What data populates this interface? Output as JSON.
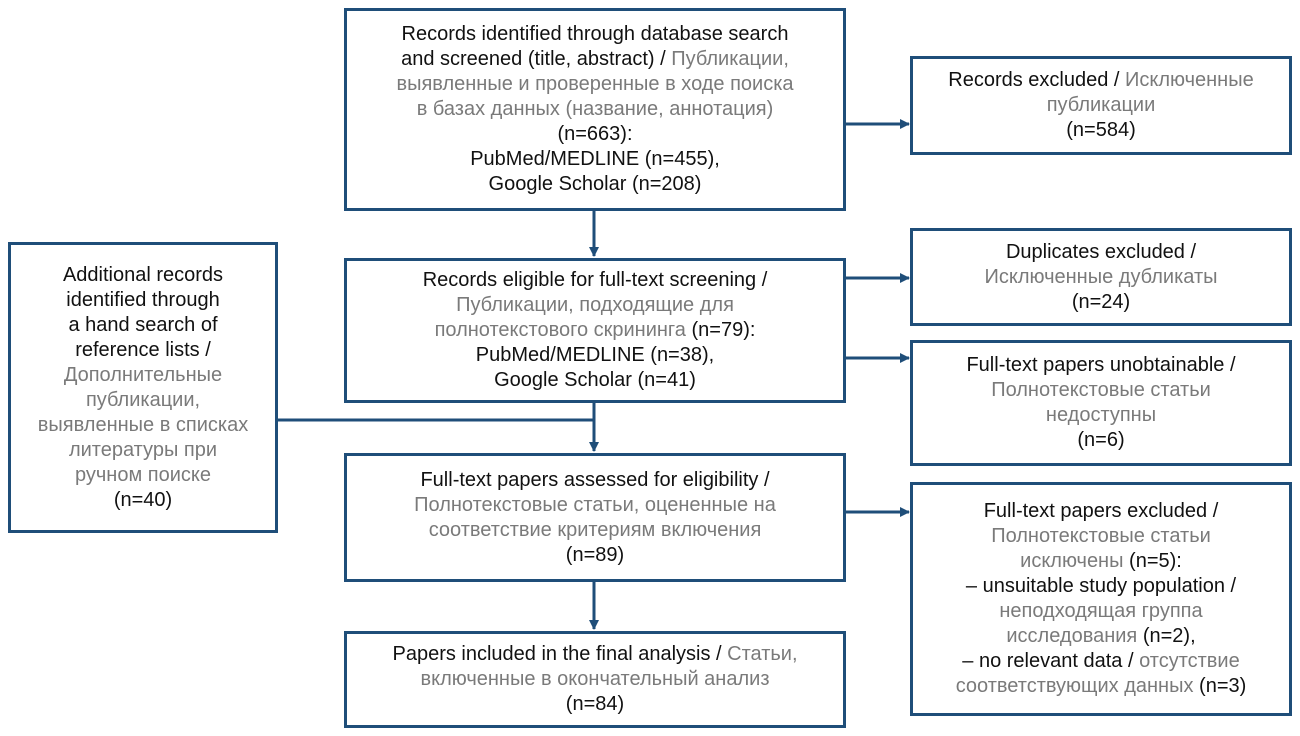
{
  "colors": {
    "border": "#1f4e79",
    "arrow": "#1f4e79",
    "english_text": "#111111",
    "russian_text": "#7a7a7a"
  },
  "boxes": {
    "identified": {
      "l1": "Records identified through database search",
      "l2_en": "and screened (title, abstract) / ",
      "l2_ru": "Публикации,",
      "l3": "выявленные и проверенные в ходе поиска",
      "l4": "в базах данных (название, аннотация)",
      "l5": "(n=663):",
      "l6": "PubMed/MEDLINE (n=455),",
      "l7": "Google Scholar (n=208)"
    },
    "excluded": {
      "l1_en": "Records excluded / ",
      "l1_ru": "Исключенные",
      "l2": "публикации",
      "l3": "(n=584)"
    },
    "eligible": {
      "l1": "Records eligible for full-text screening /",
      "l2": "Публикации, подходящие для",
      "l3_ru": "полнотекстового скрининга",
      "l3_en": " (n=79):",
      "l4": "PubMed/MEDLINE (n=38),",
      "l5": "Google Scholar (n=41)"
    },
    "duplicates": {
      "l1": "Duplicates excluded /",
      "l2": "Исключенные дубликаты",
      "l3": "(n=24)"
    },
    "unobtainable": {
      "l1": "Full-text papers unobtainable /",
      "l2": "Полнотекстовые статьи",
      "l3": "недоступны",
      "l4": "(n=6)"
    },
    "additional": {
      "l1": "Additional records",
      "l2": "identified through",
      "l3": "a hand search of",
      "l4": "reference lists /",
      "l5": "Дополнительные",
      "l6": "публикации,",
      "l7": "выявленные в списках",
      "l8": "литературы при",
      "l9": "ручном поиске",
      "l10": "(n=40)"
    },
    "assessed": {
      "l1": "Full-text papers assessed for eligibility /",
      "l2": "Полнотекстовые статьи, оцененные на",
      "l3": "соответствие критериям включения",
      "l4": "(n=89)"
    },
    "papers_excluded": {
      "l1": "Full-text papers excluded /",
      "l2": "Полнотекстовые статьи",
      "l3_ru": "исключены",
      "l3_en": " (n=5):",
      "l4": "– unsuitable study population /",
      "l5": "неподходящая группа",
      "l6_ru": "исследования",
      "l6_en": " (n=2),",
      "l7_en": "– no relevant data / ",
      "l7_ru": "отсутствие",
      "l8_ru": "соответствующих данных",
      "l8_en": " (n=3)"
    },
    "included": {
      "l1_en": "Papers included in the final analysis / ",
      "l1_ru": "Статьи,",
      "l2": "включенные в окончательный анализ",
      "l3": "(n=84)"
    }
  }
}
